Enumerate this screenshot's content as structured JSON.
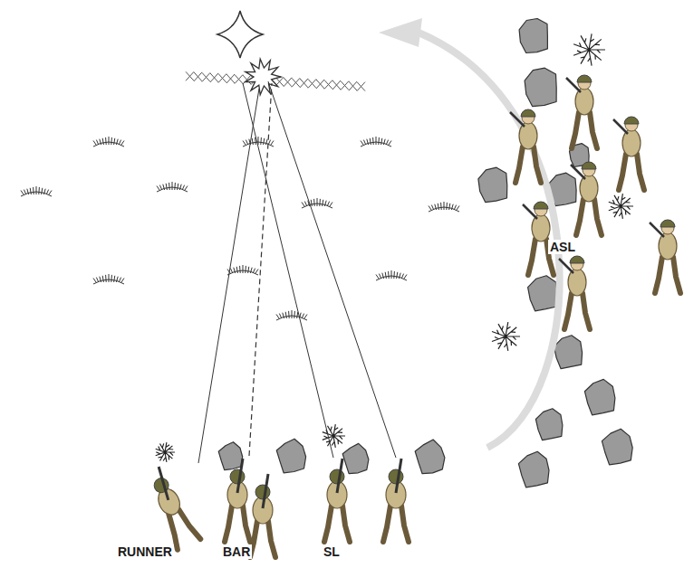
{
  "diagram": {
    "labels": [
      "ASL",
      "RUNNER",
      "BAR",
      "SL"
    ]
  }
}
